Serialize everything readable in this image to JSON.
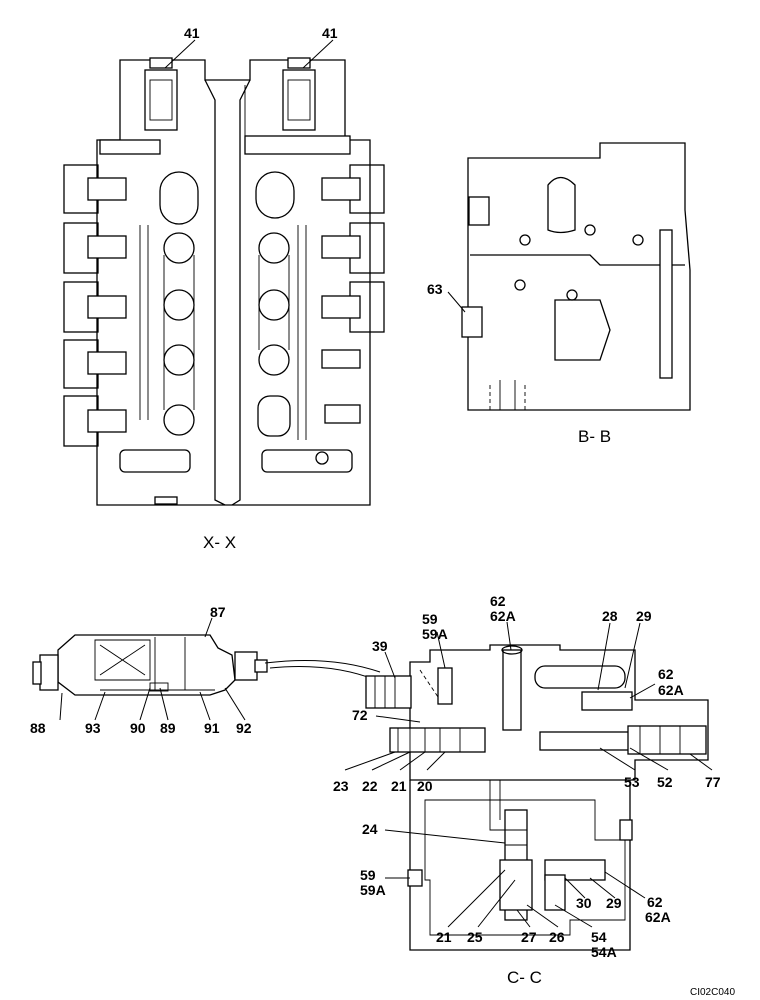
{
  "views": {
    "xx": "X- X",
    "bb": "B- B",
    "cc": "C- C"
  },
  "figure_code": "CI02C040",
  "labels": {
    "xx_41_left": "41",
    "xx_41_right": "41",
    "bb_63": "63",
    "det_87": "87",
    "det_88": "88",
    "det_93": "93",
    "det_90": "90",
    "det_89": "89",
    "det_91": "91",
    "det_92": "92",
    "cc_39": "39",
    "cc_59_top": "59",
    "cc_59A_top": "59A",
    "cc_62_top": "62",
    "cc_62A_top": "62A",
    "cc_28": "28",
    "cc_29_top": "29",
    "cc_62_right": "62",
    "cc_62A_right": "62A",
    "cc_72": "72",
    "cc_23": "23",
    "cc_22": "22",
    "cc_21_upper": "21",
    "cc_20": "20",
    "cc_53": "53",
    "cc_52": "52",
    "cc_77": "77",
    "cc_24": "24",
    "cc_59_left": "59",
    "cc_59A_left": "59A",
    "cc_30": "30",
    "cc_29_lower": "29",
    "cc_62_lower": "62",
    "cc_62A_lower": "62A",
    "cc_21_lower": "21",
    "cc_25": "25",
    "cc_27": "27",
    "cc_26": "26",
    "cc_54": "54",
    "cc_54A": "54A"
  }
}
